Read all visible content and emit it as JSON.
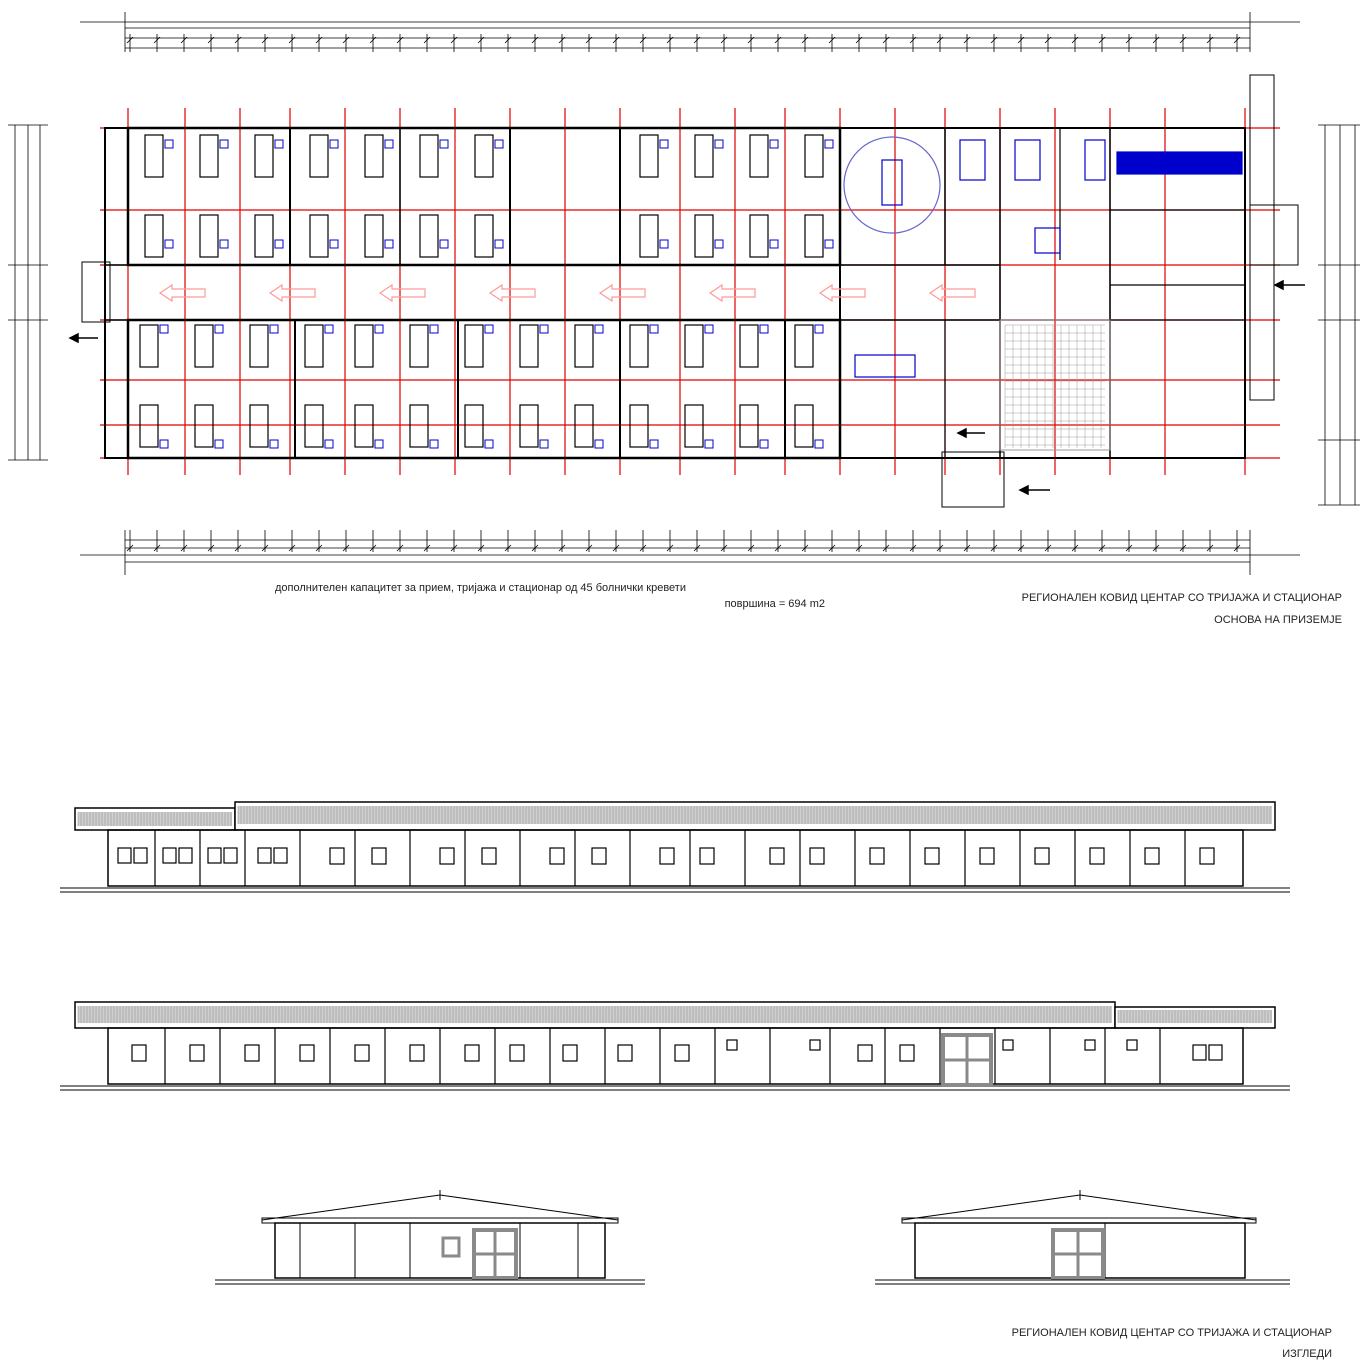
{
  "plan": {
    "caption_line1": "дополнителен капацитет за прием, тријажа и стационар од 45 болнички кревети",
    "caption_line2": "површина = 694 m2",
    "title_line1": "РЕГИОНАЛЕН КОВИД ЦЕНТАР СО ТРИЈАЖА И СТАЦИОНАР",
    "title_line2": "ОСНОВА НА ПРИЗЕМЈЕ"
  },
  "elevations": {
    "title_line1": "РЕГИОНАЛЕН КОВИД ЦЕНТАР СО ТРИЈАЖА И СТАЦИОНАР",
    "title_line2": "ИЗГЛЕДИ"
  },
  "colors": {
    "structure": "#000000",
    "grid_axis": "#e00000",
    "furniture": "#0000cc",
    "roof_fill": "#cfcfcf",
    "door_fill": "#8a8a8a"
  }
}
